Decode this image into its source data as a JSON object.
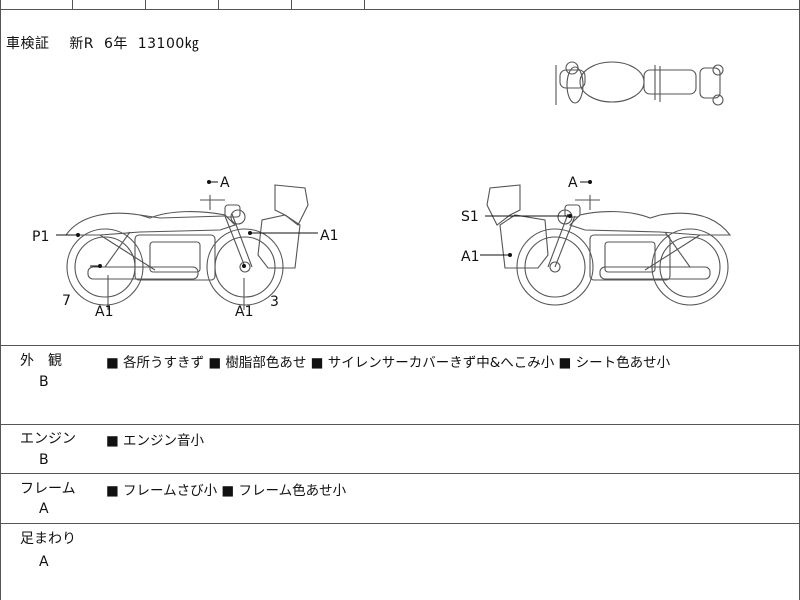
{
  "registration": {
    "label": "車検証",
    "value": "新R  6年  13100㎏"
  },
  "diagram_labels": {
    "left": {
      "a_top": "A",
      "p1": "P1",
      "a1_right": "A1",
      "seven": "7",
      "a1_bottom_left": "A1",
      "a1_bottom_right": "A1",
      "three": "3"
    },
    "right": {
      "a_top": "A",
      "s1": "S1",
      "a1": "A1"
    }
  },
  "sections": [
    {
      "label": "外　観",
      "grade": "B",
      "notes": "■ 各所うすきず ■ 樹脂部色あせ ■ サイレンサーカバーきず中&へこみ小 ■ シート色あせ小"
    },
    {
      "label": "エンジン",
      "grade": "B",
      "notes": "■ エンジン音小"
    },
    {
      "label": "フレーム",
      "grade": "A",
      "notes": "■ フレームさび小 ■ フレーム色あせ小"
    },
    {
      "label": "足まわり",
      "grade": "A",
      "notes": ""
    }
  ]
}
